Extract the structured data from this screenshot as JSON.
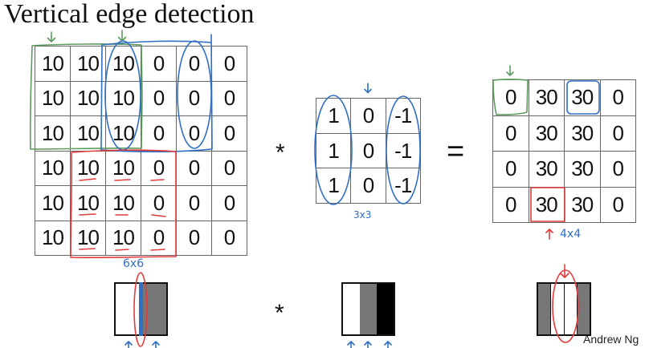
{
  "slide": {
    "title": "Vertical edge detection",
    "credit": "Andrew Ng"
  },
  "colors": {
    "annotation_green": "#5c9c5c",
    "annotation_blue": "#2f6fc4",
    "annotation_red": "#e23b3b",
    "image_white": "#ffffff",
    "image_gray": "#777777",
    "image_black": "#000000"
  },
  "input_matrix": {
    "rows": [
      [
        10,
        10,
        10,
        0,
        0,
        0
      ],
      [
        10,
        10,
        10,
        0,
        0,
        0
      ],
      [
        10,
        10,
        10,
        0,
        0,
        0
      ],
      [
        10,
        10,
        10,
        0,
        0,
        0
      ],
      [
        10,
        10,
        10,
        0,
        0,
        0
      ],
      [
        10,
        10,
        10,
        0,
        0,
        0
      ]
    ],
    "size_label": "6x6"
  },
  "convolution_operator": "*",
  "filter_matrix": {
    "rows": [
      [
        1,
        0,
        -1
      ],
      [
        1,
        0,
        -1
      ],
      [
        1,
        0,
        -1
      ]
    ],
    "size_label": "3x3"
  },
  "equals_sign": "=",
  "output_matrix": {
    "rows": [
      [
        0,
        30,
        30,
        0
      ],
      [
        0,
        30,
        30,
        0
      ],
      [
        0,
        30,
        30,
        0
      ],
      [
        0,
        30,
        30,
        0
      ]
    ],
    "size_label": "4x4"
  },
  "images": {
    "operator": "*",
    "input": {
      "bands": [
        "#ffffff",
        "#ffffff",
        "#ffffff",
        "#777777",
        "#777777",
        "#777777"
      ]
    },
    "filter": {
      "bands": [
        "#ffffff",
        "#777777",
        "#000000"
      ]
    },
    "output": {
      "bands": [
        "#777777",
        "#ffffff",
        "#ffffff",
        "#777777"
      ]
    }
  }
}
